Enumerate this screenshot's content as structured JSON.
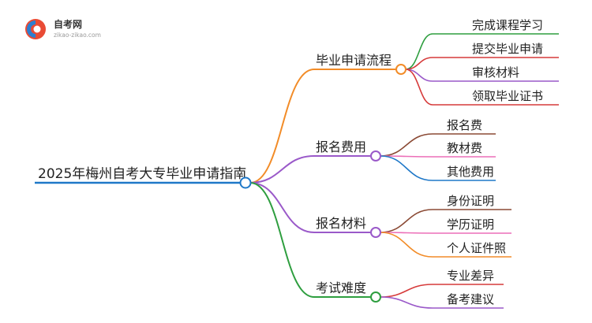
{
  "logo": {
    "name": "自考网",
    "url": "zikao-zikao.com"
  },
  "mindmap": {
    "root": "2025年梅州自考大专毕业申请指南",
    "branches": [
      {
        "label": "毕业申请流程",
        "color": "#f28c28",
        "children": [
          {
            "label": "完成课程学习",
            "color": "#2e9e3f"
          },
          {
            "label": "提交毕业申请",
            "color": "#d63a3a"
          },
          {
            "label": "审核材料",
            "color": "#9a59c9"
          },
          {
            "label": "领取毕业证书",
            "color": "#d63a3a"
          }
        ]
      },
      {
        "label": "报名费用",
        "color": "#9a59c9",
        "children": [
          {
            "label": "报名费",
            "color": "#8b4a35"
          },
          {
            "label": "教材费",
            "color": "#ec6fb8"
          },
          {
            "label": "其他费用",
            "color": "#1f78c8"
          }
        ]
      },
      {
        "label": "报名材料",
        "color": "#9a59c9",
        "children": [
          {
            "label": "身份证明",
            "color": "#8b4a35"
          },
          {
            "label": "学历证明",
            "color": "#ec6fb8"
          },
          {
            "label": "个人证件照",
            "color": "#f28c28"
          }
        ]
      },
      {
        "label": "考试难度",
        "color": "#2e9e3f",
        "children": [
          {
            "label": "专业差异",
            "color": "#d63a3a"
          },
          {
            "label": "备考建议",
            "color": "#9a59c9"
          }
        ]
      }
    ],
    "root_color": "#1f78c8"
  }
}
